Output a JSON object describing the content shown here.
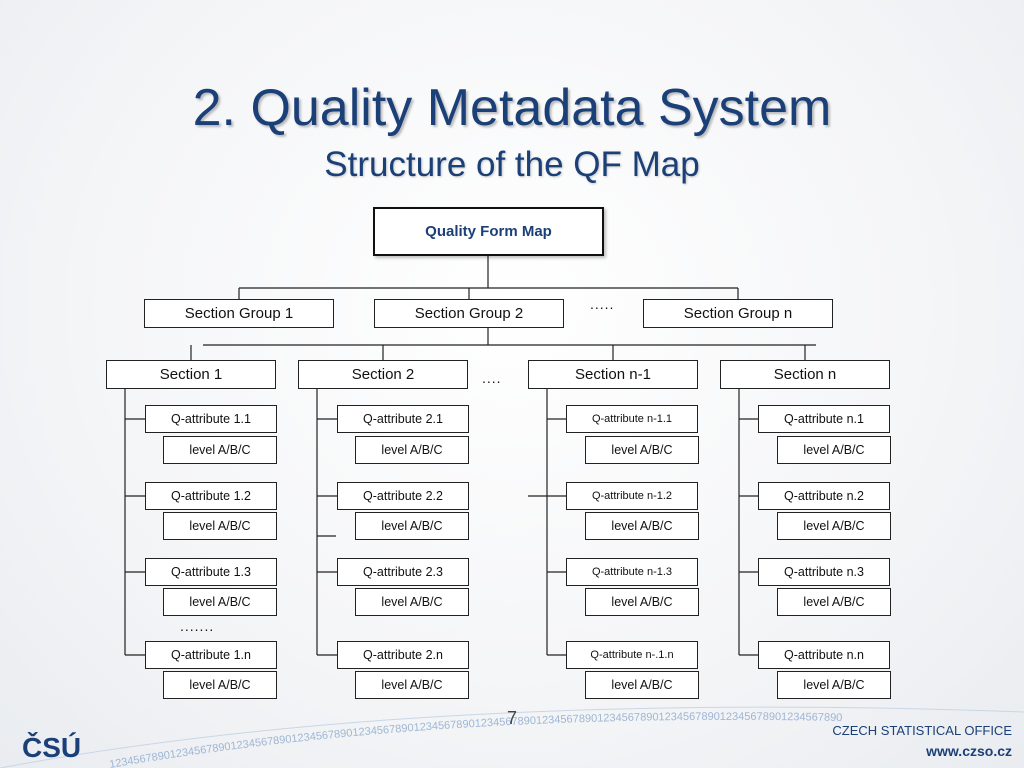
{
  "slide": {
    "title": "2. Quality Metadata System",
    "subtitle": "Structure of the QF Map",
    "page_number": "7",
    "footer_org": "CZECH STATISTICAL OFFICE",
    "footer_url": "www.czso.cz",
    "logo_text": "ČSÚ",
    "digit_band": "123456789012345678901234567890123456789012345678901234567890123456789012345678901234567890123456789012345678901234567890"
  },
  "diagram": {
    "root": "Quality Form Map",
    "groups": [
      "Section Group 1",
      "Section Group 2",
      "Section Group n"
    ],
    "group_ellipsis": ".....",
    "section_ellipsis": "....",
    "attr_ellipsis": ".......",
    "sections": [
      {
        "label": "Section 1",
        "attrs": [
          "Q-attribute 1.1",
          "Q-attribute 1.2",
          "Q-attribute 1.3",
          "Q-attribute 1.n"
        ],
        "levels": [
          "level  A/B/C",
          "level  A/B/C",
          "level  A/B/C",
          "level  A/B/C"
        ]
      },
      {
        "label": "Section 2",
        "attrs": [
          "Q-attribute 2.1",
          "Q-attribute 2.2",
          "Q-attribute 2.3",
          "Q-attribute 2.n"
        ],
        "levels": [
          "level  A/B/C",
          "level  A/B/C",
          "level  A/B/C",
          "level  A/B/C"
        ]
      },
      {
        "label": "Section n-1",
        "attrs": [
          "Q-attribute n-1.1",
          "Q-attribute n-1.2",
          "Q-attribute n-1.3",
          "Q-attribute n-.1.n"
        ],
        "levels": [
          "level  A/B/C",
          "level  A/B/C",
          "level  A/B/C",
          "level  A/B/C"
        ]
      },
      {
        "label": "Section n",
        "attrs": [
          "Q-attribute n.1",
          "Q-attribute n.2",
          "Q-attribute n.3",
          "Q-attribute n.n"
        ],
        "levels": [
          "level  A/B/C",
          "level  A/B/C",
          "level  A/B/C",
          "level  A/B/C"
        ]
      }
    ]
  },
  "colors": {
    "title": "#1b3f77",
    "logo": "#1b3f77",
    "digits": "#9fb6d4"
  }
}
